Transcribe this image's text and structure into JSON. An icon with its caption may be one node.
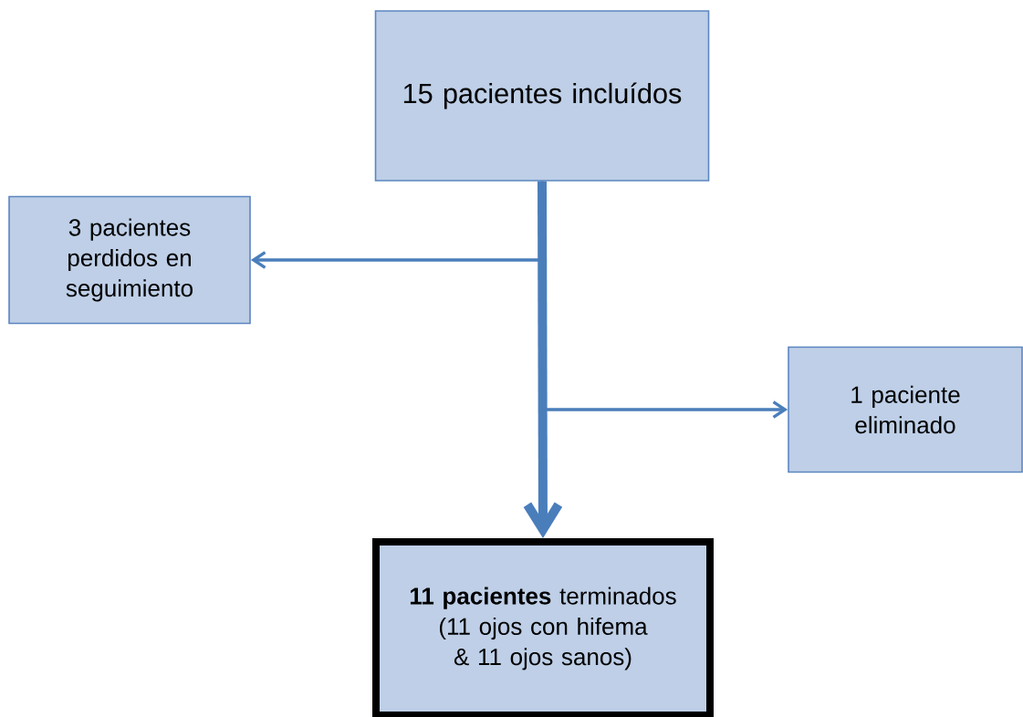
{
  "diagram": {
    "nodes": [
      {
        "text": [
          "15 pacientes incluídos"
        ]
      },
      {
        "text": [
          "3 pacientes perdidos en seguimiento"
        ]
      },
      {
        "text": [
          "1 paciente eliminado"
        ]
      },
      {
        "text": [
          "**11 pacientes** terminados (11 ojos con hifema & 11 ojos sanos)"
        ]
      }
    ],
    "edges": [
      {
        "from": 0,
        "to": 3,
        "arrow": "to",
        "style": "thick"
      },
      {
        "from": 0,
        "to": 1,
        "arrow": "to"
      },
      {
        "from": 0,
        "to": 2,
        "arrow": "to"
      }
    ]
  }
}
